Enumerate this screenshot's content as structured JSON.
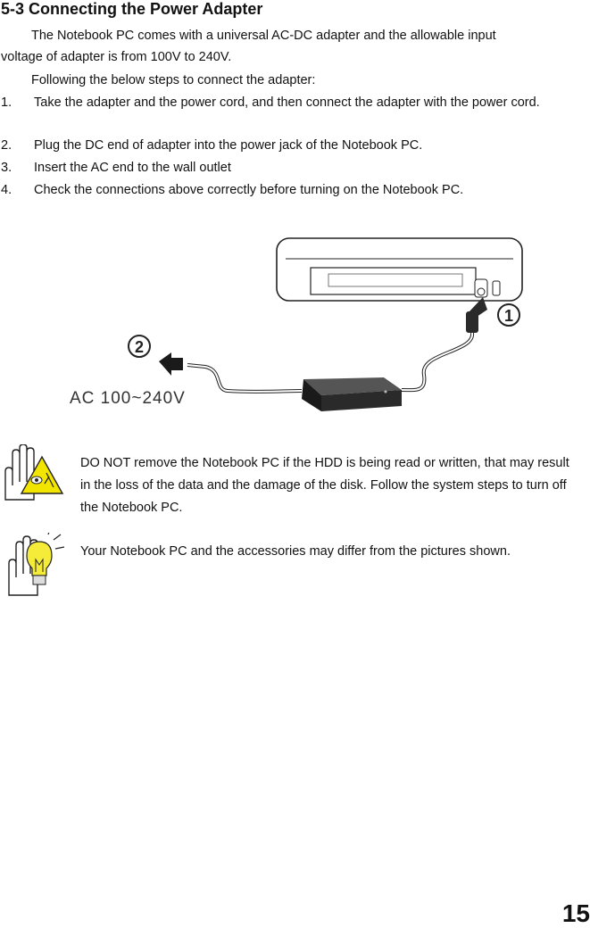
{
  "section": {
    "title": "5-3 Connecting the Power Adapter",
    "intro_line1": "The Notebook PC comes with a universal AC-DC adapter and the allowable input",
    "intro_line2": "voltage of adapter is from 100V to 240V.",
    "steps_intro": "Following the below steps to connect the adapter:"
  },
  "steps": [
    {
      "num": "1.",
      "text": "Take the adapter and the power cord, and then connect the adapter with the power cord."
    },
    {
      "num": "2.",
      "text": "Plug the DC end of adapter into the power jack of the Notebook PC."
    },
    {
      "num": "3.",
      "text": "Insert the AC end to the wall outlet"
    },
    {
      "num": "4.",
      "text": "Check the connections above correctly before turning on the Notebook PC."
    }
  ],
  "figure": {
    "callout_1": "1",
    "callout_2": "2",
    "ac_label": "AC 100~240V"
  },
  "notes": {
    "warning_text": "DO NOT remove the Notebook PC if the HDD is being read or written, that may result in the loss of the data and the damage of the disk. Follow the system steps to turn off the Notebook PC.",
    "tip_text": "Your Notebook PC and the accessories may differ from the pictures shown."
  },
  "page_number": "15",
  "colors": {
    "text": "#111111",
    "warning_yellow": "#f2e600",
    "tip_yellow": "#f5ec3a",
    "adapter": "#2a2a2a"
  }
}
